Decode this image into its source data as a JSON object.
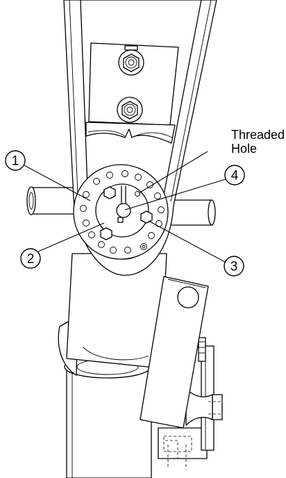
{
  "annotation": {
    "line1": "Threaded",
    "line2": "Hole"
  },
  "callouts": [
    {
      "number": "1"
    },
    {
      "number": "2"
    },
    {
      "number": "3"
    },
    {
      "number": "4"
    }
  ]
}
